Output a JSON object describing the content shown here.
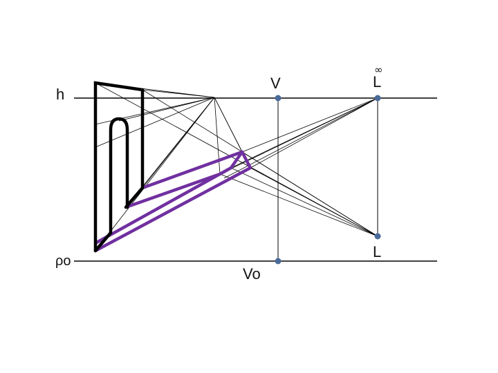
{
  "labels": {
    "horizon": "h",
    "ground": "ρo",
    "vanishing_point": "V",
    "vanishing_point_ground": "Vo",
    "light_infinity_symbol": "∞",
    "light_upper": "L",
    "light_lower": "L"
  },
  "colors": {
    "line": "#000000",
    "shadow": "#7030a0",
    "point": "#4a6b9a"
  }
}
